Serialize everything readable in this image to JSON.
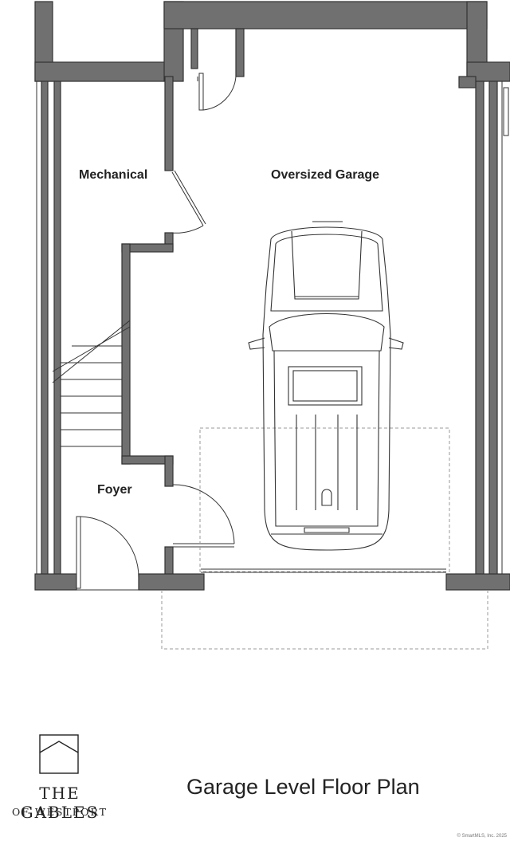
{
  "rooms": {
    "garage": "Oversized Garage",
    "mechanical": "Mechanical",
    "foyer": "Foyer"
  },
  "brand": {
    "name": "THE GABLES",
    "subname": "OF WESTPORT",
    "logo_icon": "house-outline-icon"
  },
  "title": "Garage Level Floor Plan",
  "copyright": "© SmartMLS, Inc. 2025",
  "colors": {
    "wall_fill": "#707070",
    "wall_stroke": "#333333",
    "line": "#333333",
    "dashed": "#999999"
  }
}
